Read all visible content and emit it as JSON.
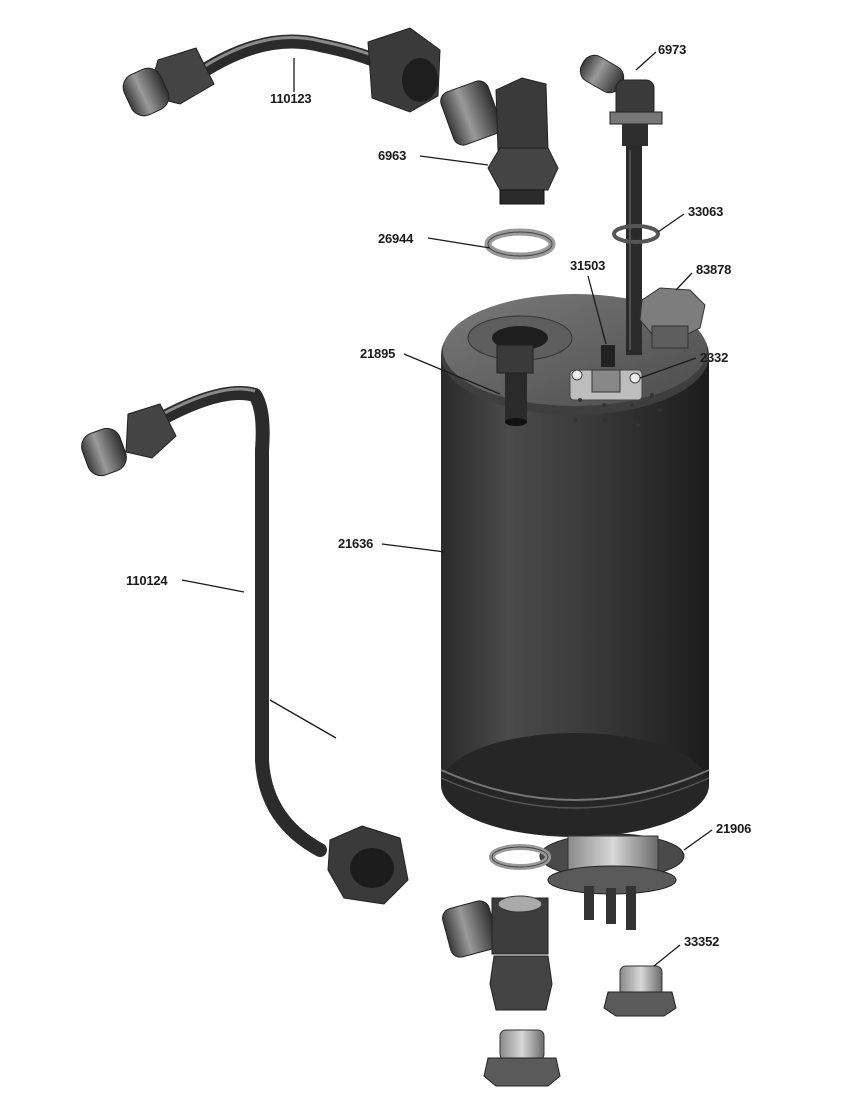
{
  "diagram": {
    "labels": {
      "part_110123": "110123",
      "part_6973": "6973",
      "part_6963": "6963",
      "part_33063": "33063",
      "part_26944": "26944",
      "part_31503": "31503",
      "part_83878": "83878",
      "part_21895": "21895",
      "part_2332": "2332",
      "part_21636": "21636",
      "part_110124": "110124",
      "part_21906": "21906",
      "part_33352": "33352"
    }
  }
}
